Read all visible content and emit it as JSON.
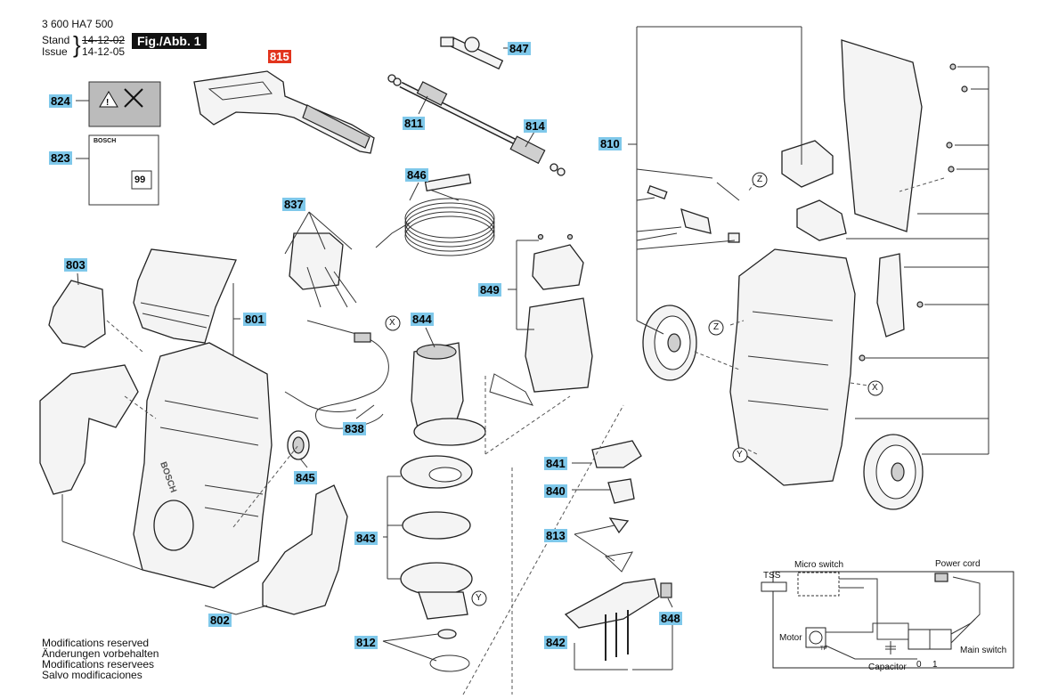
{
  "header": {
    "doc_number": "3 600 HA7 500",
    "stand_label": "Stand",
    "issue_label": "Issue",
    "stand_date_old": "14-12-02",
    "issue_date": "14-12-05",
    "figure_label": "Fig./Abb. 1"
  },
  "callouts": {
    "c815": "815",
    "c847": "847",
    "c824": "824",
    "c811": "811",
    "c814": "814",
    "c823": "823",
    "c810": "810",
    "c846": "846",
    "c837": "837",
    "c803": "803",
    "c849": "849",
    "c801": "801",
    "c844": "844",
    "c838": "838",
    "c845": "845",
    "c841": "841",
    "c840": "840",
    "c843": "843",
    "c813": "813",
    "c802": "802",
    "c812": "812",
    "c842": "842",
    "c848": "848"
  },
  "ref_markers": {
    "x": "X",
    "y": "Y",
    "z": "Z"
  },
  "label_sticker": {
    "brand": "BOSCH",
    "number": "99"
  },
  "modifications": [
    "Modifications reserved",
    "Änderungen vorbehalten",
    "Modifications reservees",
    "Salvo modificaciones"
  ],
  "wiring": {
    "tss": "TSS",
    "micro_switch": "Micro switch",
    "power_cord": "Power cord",
    "motor": "Motor",
    "main_switch": "Main switch",
    "capacitor": "Capacitor",
    "pos0": "0",
    "pos1": "1",
    "tp": "TP"
  }
}
